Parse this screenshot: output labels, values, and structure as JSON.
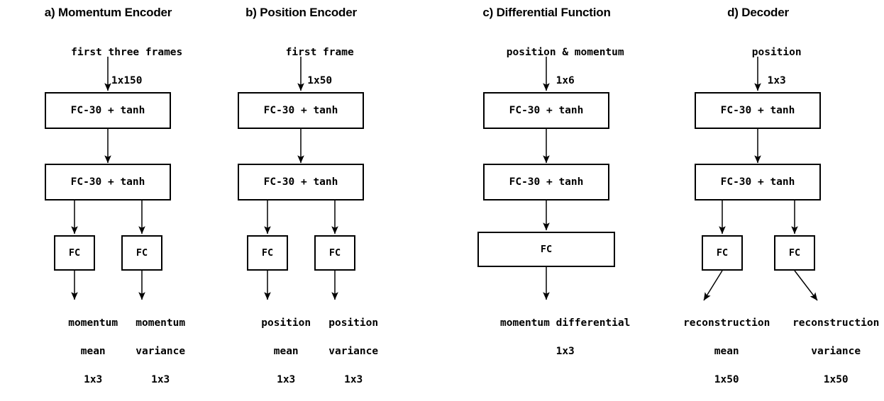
{
  "figure": {
    "type": "neural-network-architecture-diagram",
    "background_color": "#ffffff",
    "stroke_color": "#000000",
    "panel_count": 4
  },
  "panels": [
    {
      "id": "momentum-encoder",
      "title": "a) Momentum Encoder",
      "input": {
        "name": "first three frames",
        "shape": "1x150"
      },
      "layers": [
        {
          "label": "FC-30 + tanh",
          "kind": "wide"
        },
        {
          "label": "FC-30 + tanh",
          "kind": "wide"
        }
      ],
      "heads": [
        {
          "label": "FC",
          "output": {
            "name_line1": "momentum",
            "name_line2": "mean",
            "shape": "1x3"
          }
        },
        {
          "label": "FC",
          "output": {
            "name_line1": "momentum",
            "name_line2": "variance",
            "shape": "1x3"
          }
        }
      ]
    },
    {
      "id": "position-encoder",
      "title": "b) Position Encoder",
      "input": {
        "name": "first frame",
        "shape": "1x50"
      },
      "layers": [
        {
          "label": "FC-30 + tanh",
          "kind": "wide"
        },
        {
          "label": "FC-30 + tanh",
          "kind": "wide"
        }
      ],
      "heads": [
        {
          "label": "FC",
          "output": {
            "name_line1": "position",
            "name_line2": "mean",
            "shape": "1x3"
          }
        },
        {
          "label": "FC",
          "output": {
            "name_line1": "position",
            "name_line2": "variance",
            "shape": "1x3"
          }
        }
      ]
    },
    {
      "id": "differential-function",
      "title": "c) Differential Function",
      "input": {
        "name": "position & momentum",
        "shape": "1x6"
      },
      "layers": [
        {
          "label": "FC-30 + tanh",
          "kind": "wide"
        },
        {
          "label": "FC-30 + tanh",
          "kind": "wide"
        }
      ],
      "heads": [
        {
          "label": "FC",
          "output": {
            "name_line1": "momentum differential",
            "name_line2": "",
            "shape": "1x3"
          }
        }
      ]
    },
    {
      "id": "decoder",
      "title": "d) Decoder",
      "input": {
        "name": "position",
        "shape": "1x3"
      },
      "layers": [
        {
          "label": "FC-30 + tanh",
          "kind": "wide"
        },
        {
          "label": "FC-30 + tanh",
          "kind": "wide"
        }
      ],
      "heads": [
        {
          "label": "FC",
          "output": {
            "name_line1": "reconstruction",
            "name_line2": "mean",
            "shape": "1x50"
          }
        },
        {
          "label": "FC",
          "output": {
            "name_line1": "reconstruction",
            "name_line2": "variance",
            "shape": "1x50"
          }
        }
      ]
    }
  ]
}
